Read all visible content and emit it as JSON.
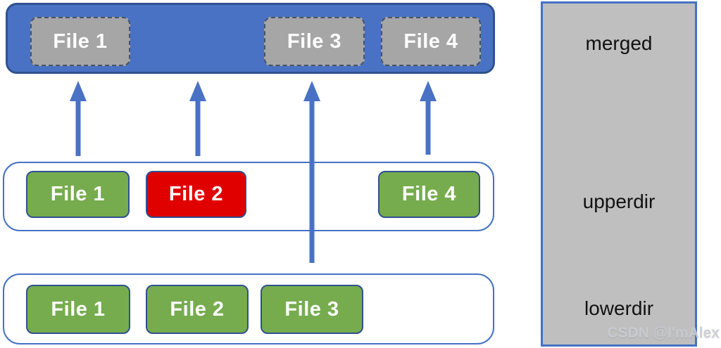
{
  "diagram": {
    "title": "overlayfs-layers-diagram",
    "layers": [
      {
        "label": "merged",
        "files": [
          {
            "name": "File 1"
          },
          {
            "name": "File 3"
          },
          {
            "name": "File 4"
          }
        ]
      },
      {
        "label": "upperdir",
        "files": [
          {
            "name": "File 1"
          },
          {
            "name": "File 2"
          },
          {
            "name": "File 4"
          }
        ]
      },
      {
        "label": "lowerdir",
        "files": [
          {
            "name": "File 1"
          },
          {
            "name": "File 2"
          },
          {
            "name": "File 3"
          }
        ]
      }
    ],
    "colors": {
      "merged_bar_fill": "#4A72C4",
      "merged_bar_border": "#2F528F",
      "merged_file_fill": "#A6A6A6",
      "merged_file_border": "#44546A",
      "container_border": "#4472C4",
      "file_green_fill": "#76AC4E",
      "file_red_fill": "#E00000",
      "file_border": "#2F528F",
      "arrow_color": "#4A72C4",
      "legend_panel_fill": "#BFBFBF",
      "legend_panel_border": "#4472C4",
      "file_text_color": "#FFFFFF",
      "legend_text_color": "#111111"
    }
  },
  "watermark": "CSDN @I'mAlex"
}
